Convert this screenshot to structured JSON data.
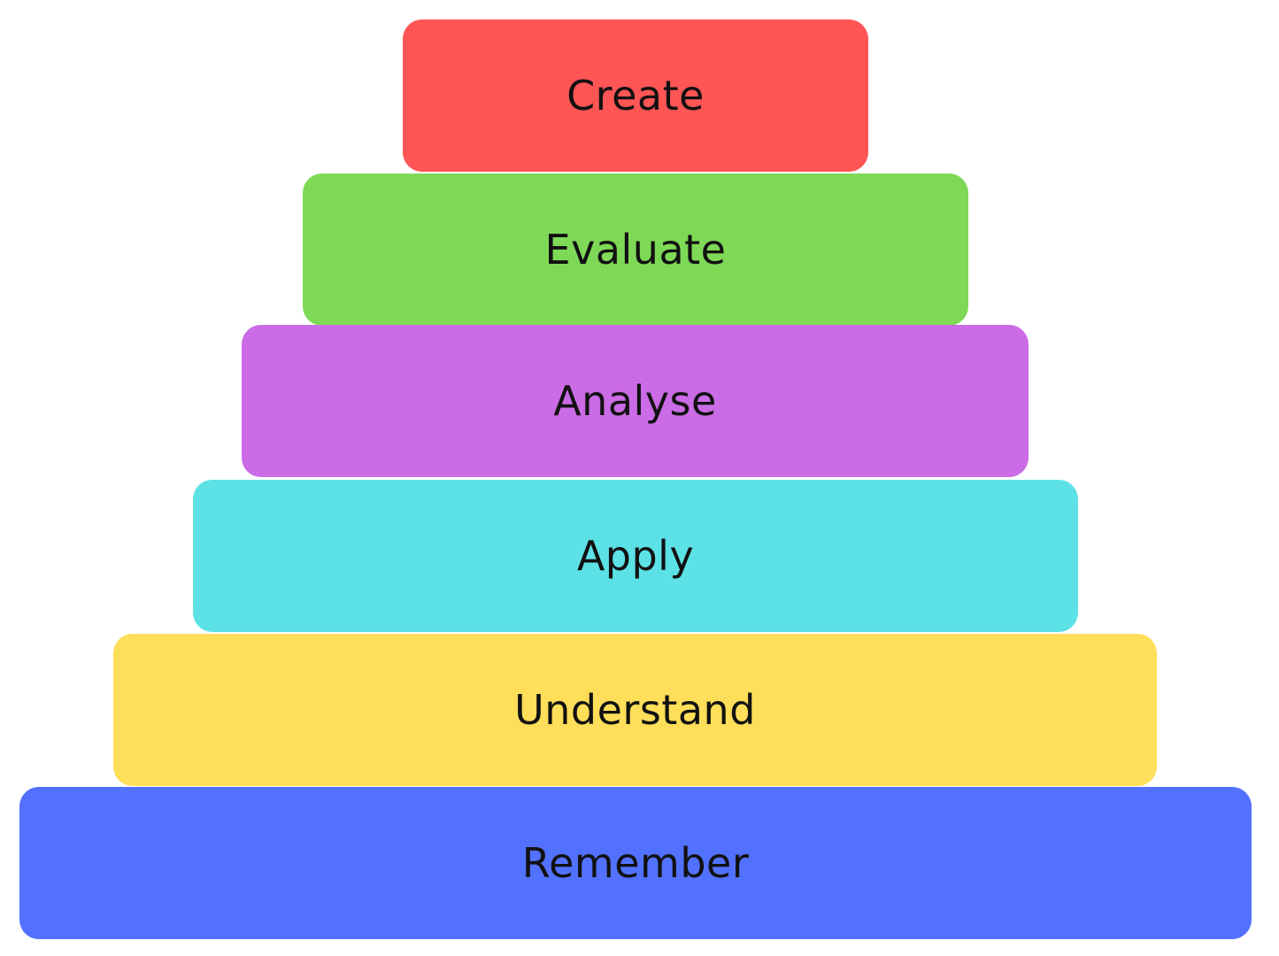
{
  "pyramid": {
    "levels": [
      {
        "label": "Create",
        "color": "#FF5555"
      },
      {
        "label": "Evaluate",
        "color": "#7ED957"
      },
      {
        "label": "Analyse",
        "color": "#CB6CE6"
      },
      {
        "label": "Apply",
        "color": "#5CE1E6"
      },
      {
        "label": "Understand",
        "color": "#FFDE59"
      },
      {
        "label": "Remember",
        "color": "#5271FF"
      }
    ]
  }
}
